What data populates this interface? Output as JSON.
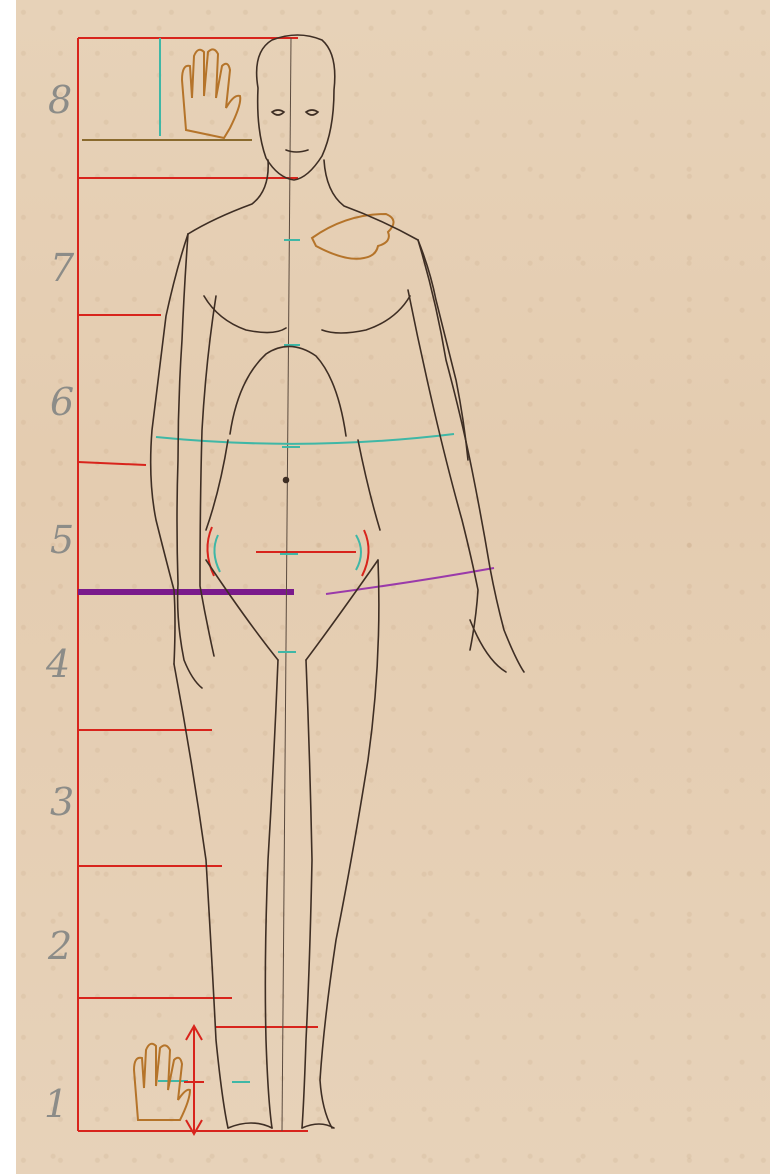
{
  "image": {
    "description_free": true,
    "colors": {
      "paper": "#e6d0b5",
      "sketch": "#3e2e24",
      "proportion_lines": "#d8241c",
      "center_marks": "#3fb7a6",
      "midpoint_line": "#7a1a8c",
      "hand_sketch": "#b5742a"
    }
  },
  "ruler": {
    "labels": [
      "8",
      "7",
      "6",
      "5",
      "4",
      "3",
      "2",
      "1"
    ]
  }
}
